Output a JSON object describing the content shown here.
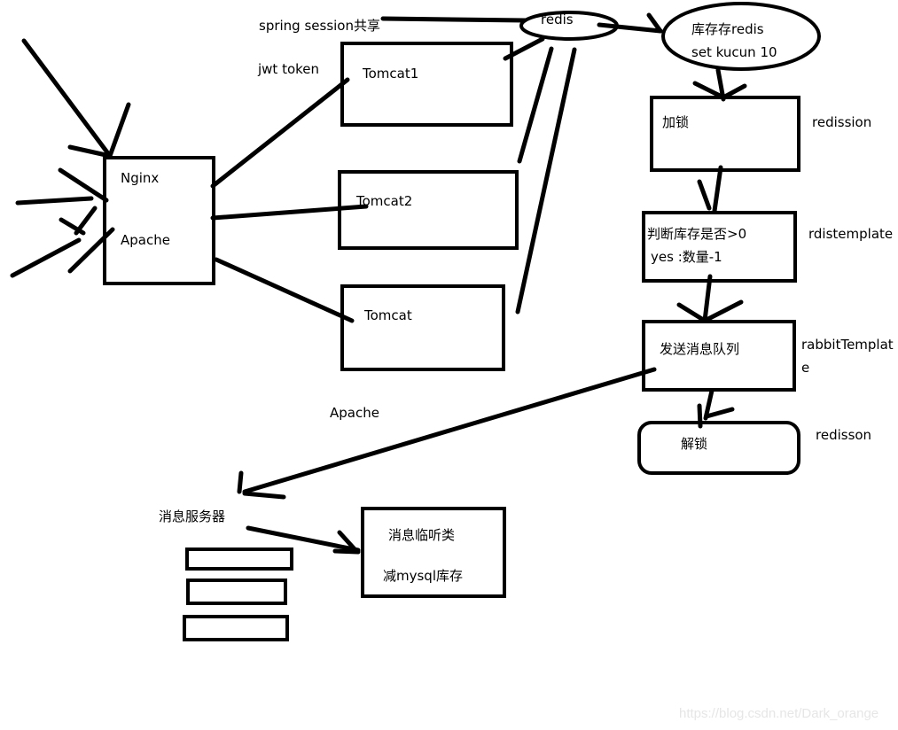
{
  "diagram": {
    "nodes": {
      "nginx": {
        "line1": "Nginx",
        "line2": "Apache"
      },
      "tomcat1": "Tomcat1",
      "tomcat2": "Tomcat2",
      "tomcat3": "Tomcat",
      "redis": "redis",
      "stock_redis": {
        "line1": "库存存redis",
        "line2": "set  kucun 10"
      },
      "lock": "加锁",
      "check": {
        "line1": "判断库存是否>0",
        "line2": "yes :数量-1"
      },
      "send_mq": "发送消息队列",
      "unlock": "解锁",
      "listener": {
        "line1": "消息临听类",
        "line2": "减mysql库存"
      }
    },
    "annotations": {
      "spring_session": "spring session共享",
      "jwt_token": "jwt token",
      "apache": "Apache",
      "redission": "redission",
      "rdistemplate": "rdistemplate",
      "rabbit_template_1": "rabbitTemplat",
      "rabbit_template_2": "e",
      "redisson": "redisson",
      "message_server": "消息服务器"
    },
    "watermark": "https://blog.csdn.net/Dark_orange"
  }
}
